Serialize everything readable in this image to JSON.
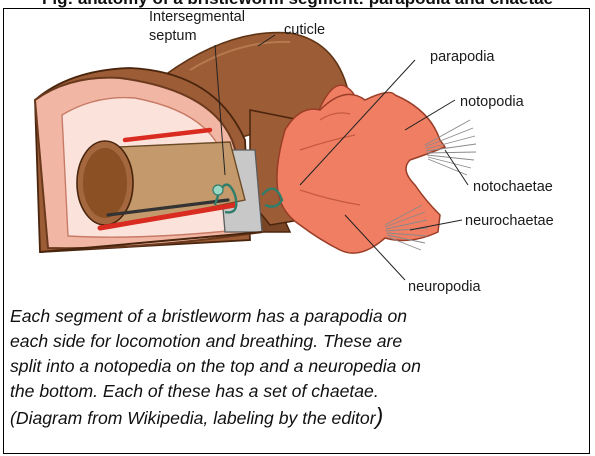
{
  "header_fragment": "Fig: anatomy of a bristleworm segment: parapodia and chaetae",
  "labels": {
    "intersegmental": "Intersegmental",
    "septum": "septum",
    "cuticle": "cuticle",
    "parapodia": "parapodia",
    "notopodia": "notopodia",
    "notochaetae": "notochaetae",
    "neurochaetae": "neurochaetae",
    "neuropodia": "neuropodia"
  },
  "caption": {
    "line1": "Each segment of a bristleworm has a parapodia on",
    "line2": "each side for locomotion and breathing.  These are",
    "line3": "split into a notopedia on the top and a neuropedia on",
    "line4": "the bottom.  Each of these has a set of chaetae.",
    "line5": "(Diagram from Wikipedia, labeling by the editor",
    "line5_paren": ")"
  },
  "colors": {
    "cuticle": "#9c5c35",
    "segment_face": "#f2b7a4",
    "parapodia": "#ef7e63",
    "gut": "#c49a6c",
    "vessel": "#d92b1f",
    "septum": "#c8c8c8"
  }
}
